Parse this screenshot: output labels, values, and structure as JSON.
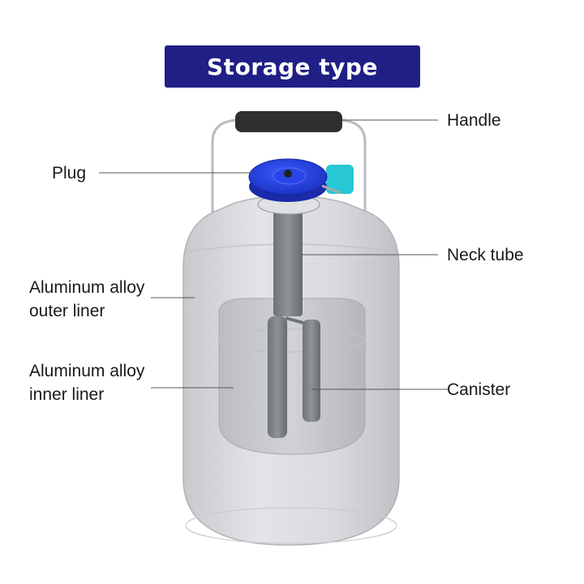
{
  "title": "Storage type",
  "colors": {
    "banner": "#1f1f86",
    "plug": "#2040e0",
    "accent_cap": "#27c7d4",
    "handle": "#2f2f2f",
    "tube": "#7d8287",
    "shell": "#d4d6da"
  },
  "labels": {
    "handle": "Handle",
    "plug": "Plug",
    "neck_tube": "Neck tube",
    "outer_liner_line1": "Aluminum alloy",
    "outer_liner_line2": "outer liner",
    "inner_liner_line1": "Aluminum alloy",
    "inner_liner_line2": "inner liner",
    "canister": "Canister"
  }
}
